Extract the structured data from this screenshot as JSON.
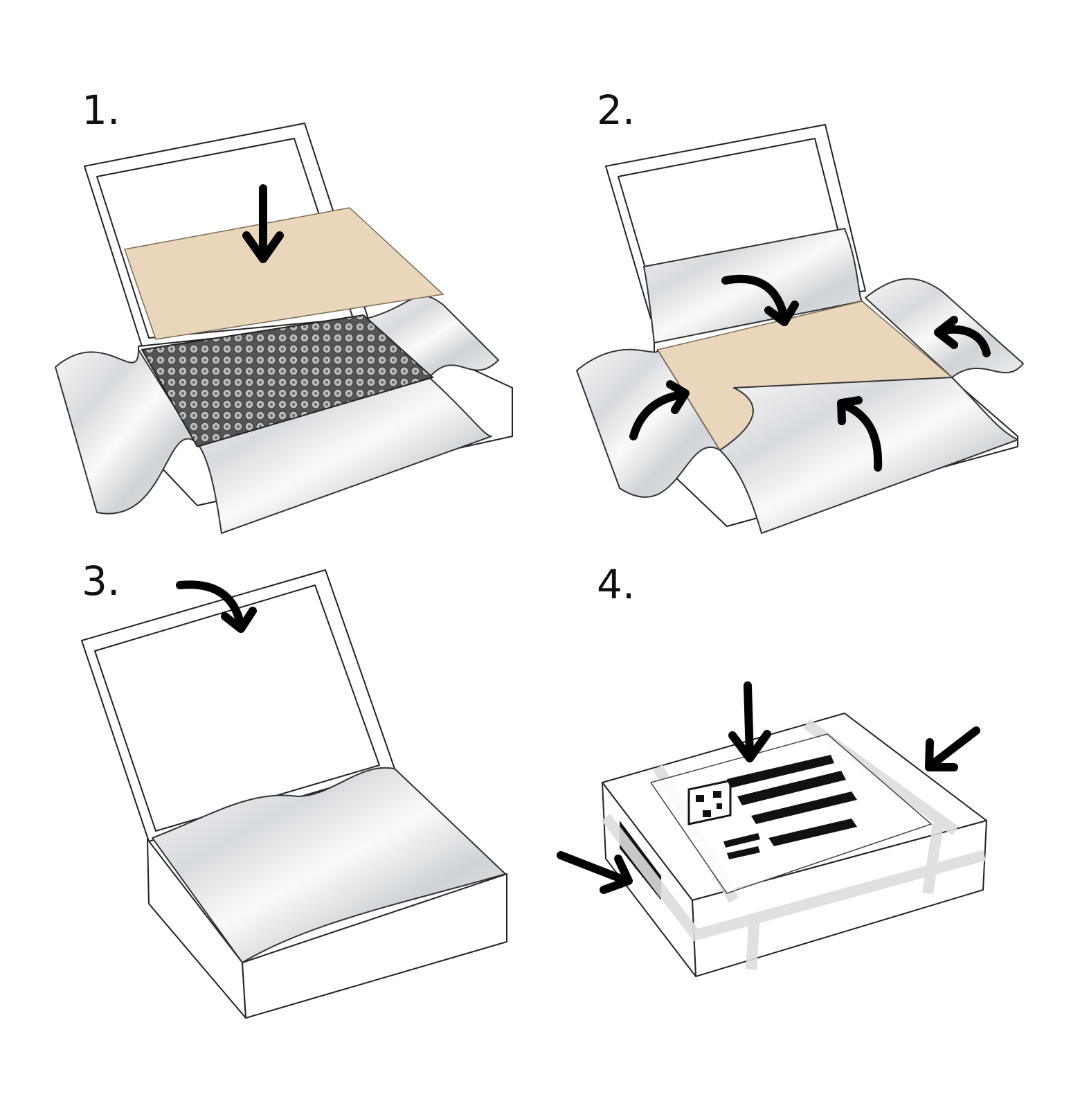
{
  "steps": [
    {
      "number": "1."
    },
    {
      "number": "2."
    },
    {
      "number": "3."
    },
    {
      "number": "4."
    }
  ],
  "colors": {
    "paper": "#e9d6bb",
    "wrap": "#e4e6e8",
    "arrow": "#000000",
    "outline": "#222222"
  }
}
